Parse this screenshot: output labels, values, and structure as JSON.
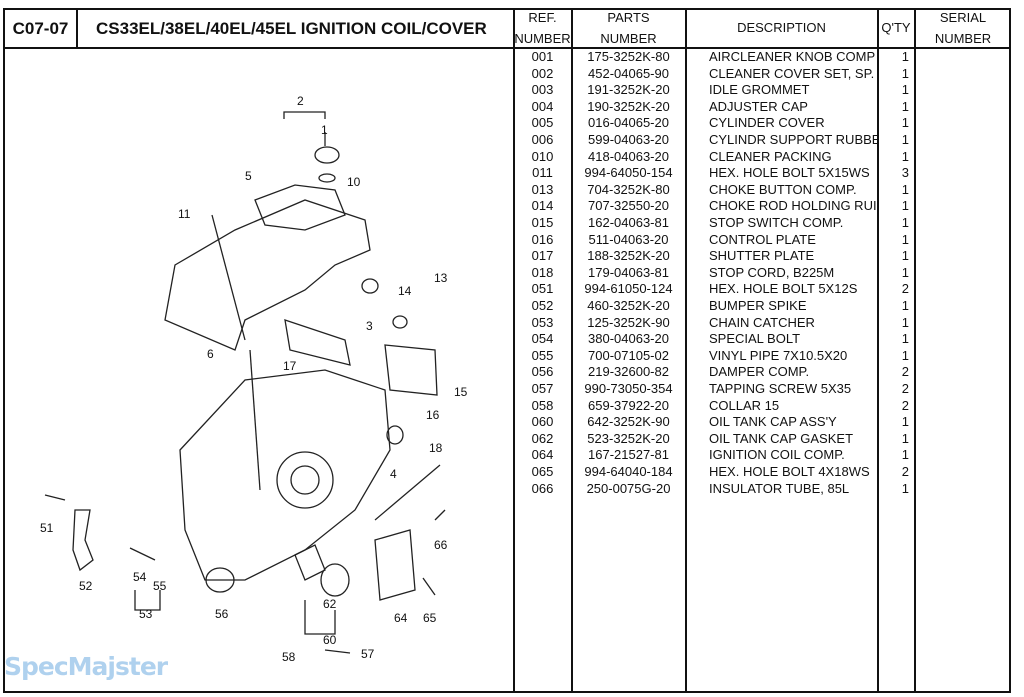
{
  "header": {
    "code": "C07-07",
    "title": "CS33EL/38EL/40EL/45EL  IGNITION COIL/COVER"
  },
  "columns": {
    "ref": [
      "REF.",
      "NUMBER"
    ],
    "parts": [
      "PARTS",
      "NUMBER"
    ],
    "description": "DESCRIPTION",
    "qty": "Q'TY",
    "serial": [
      "SERIAL",
      "NUMBER"
    ]
  },
  "rows": [
    {
      "ref": "001",
      "part": "175-3252K-80",
      "desc": "AIRCLEANER KNOB COMP",
      "qty": "1"
    },
    {
      "ref": "002",
      "part": "452-04065-90",
      "desc": "CLEANER COVER SET, SP.",
      "qty": "1"
    },
    {
      "ref": "003",
      "part": "191-3252K-20",
      "desc": "IDLE GROMMET",
      "qty": "1"
    },
    {
      "ref": "004",
      "part": "190-3252K-20",
      "desc": "ADJUSTER CAP",
      "qty": "1"
    },
    {
      "ref": "005",
      "part": "016-04065-20",
      "desc": "CYLINDER COVER",
      "qty": "1"
    },
    {
      "ref": "006",
      "part": "599-04063-20",
      "desc": "CYLINDR SUPPORT RUBBE",
      "qty": "1"
    },
    {
      "ref": "010",
      "part": "418-04063-20",
      "desc": "CLEANER PACKING",
      "qty": "1"
    },
    {
      "ref": "011",
      "part": "994-64050-154",
      "desc": "HEX. HOLE BOLT 5X15WS",
      "qty": "3"
    },
    {
      "ref": "013",
      "part": "704-3252K-80",
      "desc": "CHOKE BUTTON COMP.",
      "qty": "1"
    },
    {
      "ref": "014",
      "part": "707-32550-20",
      "desc": "CHOKE ROD HOLDING RUI",
      "qty": "1"
    },
    {
      "ref": "015",
      "part": "162-04063-81",
      "desc": "STOP SWITCH COMP.",
      "qty": "1"
    },
    {
      "ref": "016",
      "part": "511-04063-20",
      "desc": "CONTROL PLATE",
      "qty": "1"
    },
    {
      "ref": "017",
      "part": "188-3252K-20",
      "desc": "SHUTTER PLATE",
      "qty": "1"
    },
    {
      "ref": "018",
      "part": "179-04063-81",
      "desc": "STOP CORD, B225M",
      "qty": "1"
    },
    {
      "ref": "051",
      "part": "994-61050-124",
      "desc": "HEX. HOLE BOLT 5X12S",
      "qty": "2"
    },
    {
      "ref": "052",
      "part": "460-3252K-20",
      "desc": "BUMPER SPIKE",
      "qty": "1"
    },
    {
      "ref": "053",
      "part": "125-3252K-90",
      "desc": "CHAIN CATCHER",
      "qty": "1"
    },
    {
      "ref": "054",
      "part": "380-04063-20",
      "desc": "SPECIAL BOLT",
      "qty": "1"
    },
    {
      "ref": "055",
      "part": "700-07105-02",
      "desc": "VINYL PIPE  7X10.5X20",
      "qty": "1"
    },
    {
      "ref": "056",
      "part": "219-32600-82",
      "desc": "DAMPER COMP.",
      "qty": "2"
    },
    {
      "ref": "057",
      "part": "990-73050-354",
      "desc": "TAPPING SCREW 5X35",
      "qty": "2"
    },
    {
      "ref": "058",
      "part": "659-37922-20",
      "desc": "COLLAR 15",
      "qty": "2"
    },
    {
      "ref": "060",
      "part": "642-3252K-90",
      "desc": "OIL TANK CAP ASS'Y",
      "qty": "1"
    },
    {
      "ref": "062",
      "part": "523-3252K-20",
      "desc": "OIL TANK CAP GASKET",
      "qty": "1"
    },
    {
      "ref": "064",
      "part": "167-21527-81",
      "desc": "IGNITION COIL COMP.",
      "qty": "1"
    },
    {
      "ref": "065",
      "part": "994-64040-184",
      "desc": "HEX. HOLE BOLT 4X18WS",
      "qty": "2"
    },
    {
      "ref": "066",
      "part": "250-0075G-20",
      "desc": "INSULATOR TUBE, 85L",
      "qty": "1"
    }
  ],
  "callouts": [
    "2",
    "1",
    "10",
    "5",
    "11",
    "13",
    "14",
    "3",
    "6",
    "17",
    "16",
    "15",
    "18",
    "4",
    "51",
    "52",
    "54",
    "55",
    "53",
    "56",
    "66",
    "62",
    "60",
    "64",
    "65",
    "58",
    "57"
  ],
  "watermark": "SpecMajster"
}
